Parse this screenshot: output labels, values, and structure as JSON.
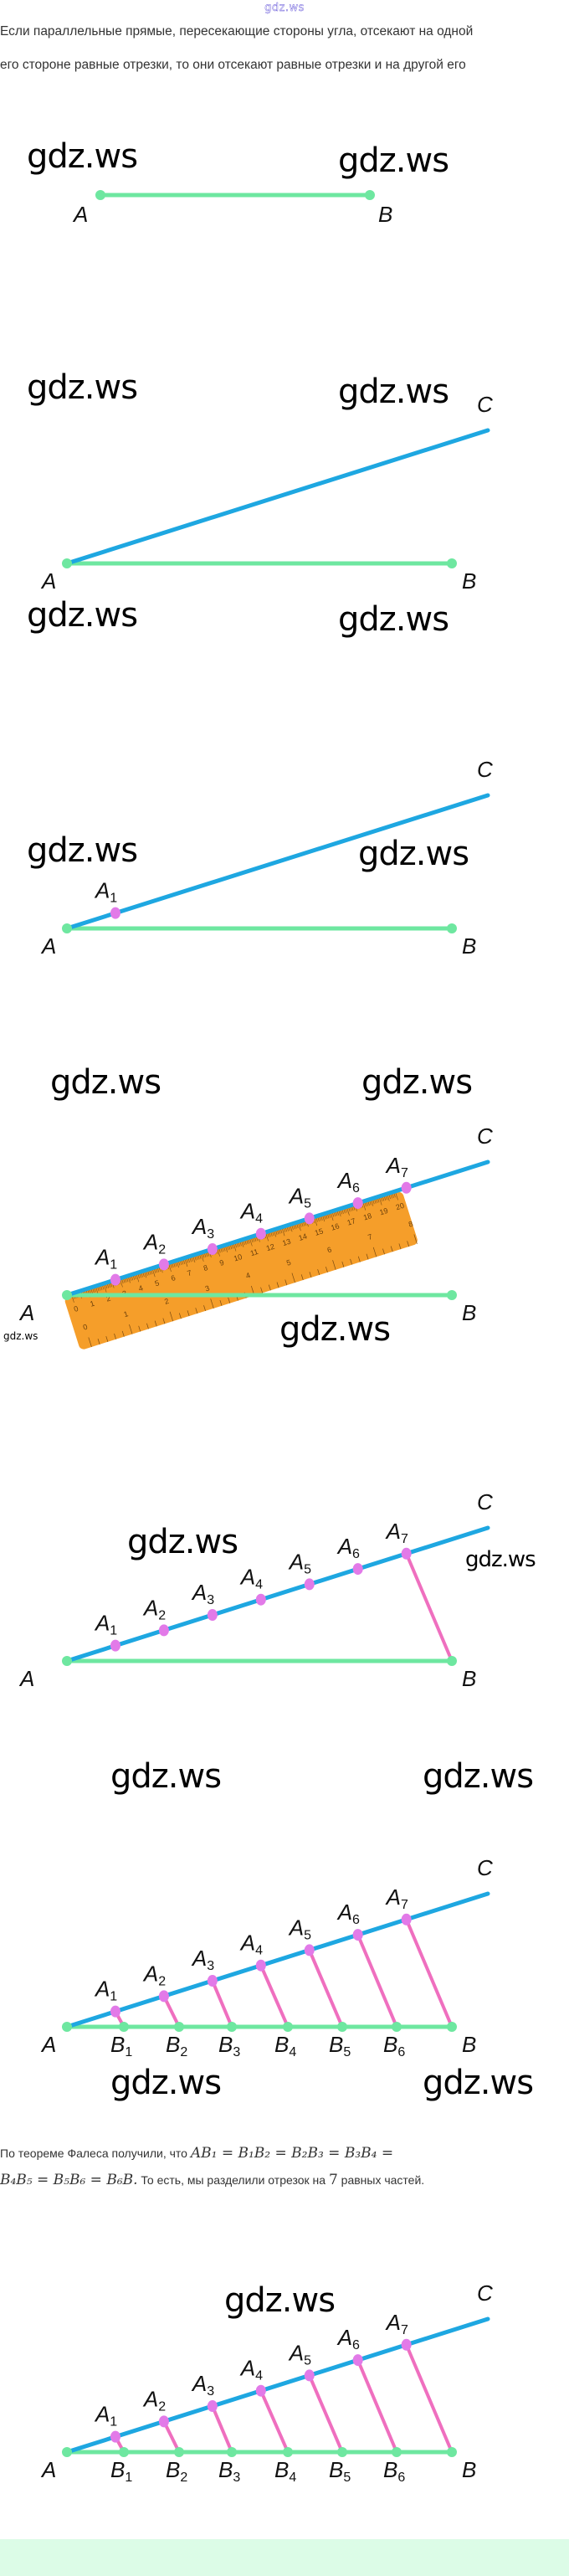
{
  "header": {
    "logo_text": "gdz.ws"
  },
  "intro_lines": [
    "Если параллельные прямые, пересекающие стороны угла, отсекают на одной",
    "его стороне равные отрезки, то они отсекают равные отрезки и на другой его"
  ],
  "watermark": "gdz.ws",
  "colors": {
    "segment_AB": "#6ee7a0",
    "ray_AC": "#1ea7e1",
    "points_A": "#e27ae8",
    "parallels": "#ef6fbf",
    "ruler": "#f59e2a",
    "footer": "#dcfce7"
  },
  "labels": {
    "A": "A",
    "B": "B",
    "C": "C",
    "A_points": [
      "1",
      "2",
      "3",
      "4",
      "5",
      "6",
      "7"
    ],
    "B_points": [
      "1",
      "2",
      "3",
      "4",
      "5",
      "6"
    ],
    "letter_A": "A",
    "letter_B": "B"
  },
  "ruler": {
    "top_scale": [
      "0",
      "1",
      "2",
      "3",
      "4",
      "5",
      "6",
      "7",
      "8",
      "9",
      "10",
      "11",
      "12",
      "13",
      "14",
      "15",
      "16",
      "17",
      "18",
      "19",
      "20"
    ],
    "bottom_scale": [
      "0",
      "1",
      "2",
      "3",
      "4",
      "5",
      "6",
      "7",
      "8"
    ]
  },
  "theorem": {
    "prefix": "По теореме Фалеса получили, что ",
    "equation_line1": "AB₁ = B₁B₂ = B₂B₃ = B₃B₄ =",
    "equation_line2": "B₄B₅ = B₅B₆ = B₆B.",
    "suffix_before_num": " То есть, мы разделили отрезок на ",
    "number": "7",
    "suffix_after_num": " равных частей."
  }
}
